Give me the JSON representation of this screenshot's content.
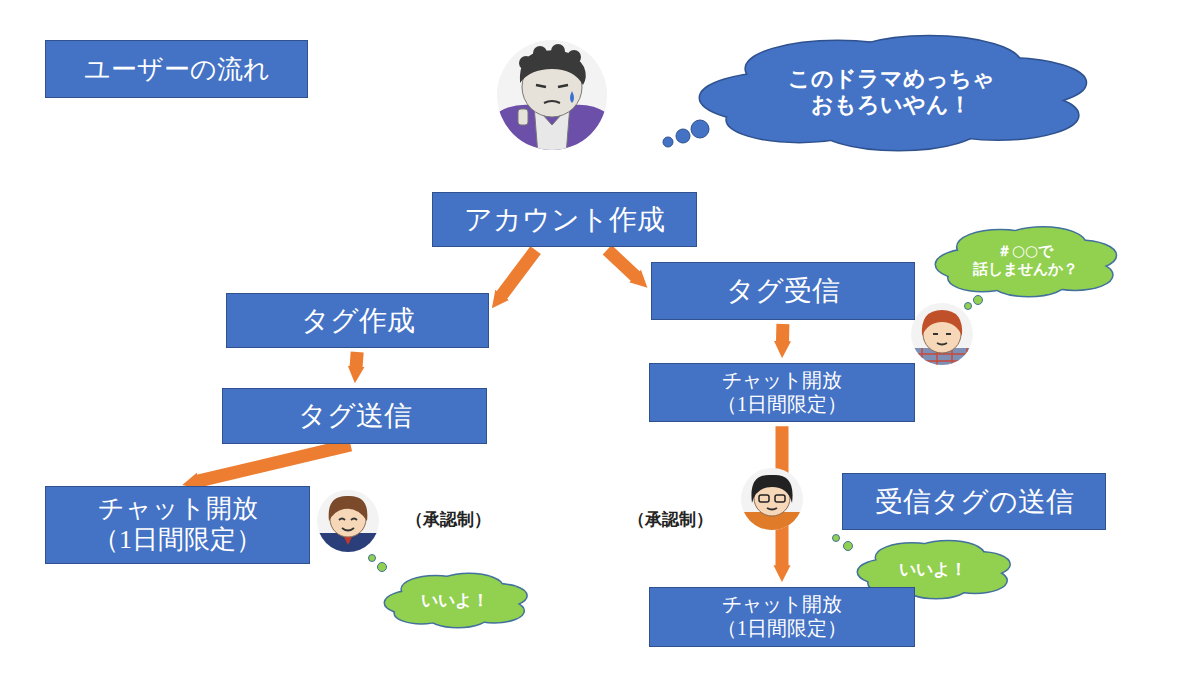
{
  "diagram": {
    "title": "ユーザーの流れ",
    "nodes": [
      {
        "text": [
          "このドラマめっちゃ おもろいやん！"
        ]
      },
      {
        "text": [
          "アカウント作成"
        ]
      },
      {
        "text": [
          "タグ作成"
        ]
      },
      {
        "text": [
          "タグ受信"
        ]
      },
      {
        "text": [
          "＃○○で 話しませんか？"
        ]
      },
      {
        "text": [
          "タグ送信"
        ]
      },
      {
        "text": [
          "チャット開放 （1日間限定）"
        ]
      },
      {
        "text": [
          "チャット開放 （1日間限定）"
        ]
      },
      {
        "text": [
          "受信タグの送信"
        ]
      },
      {
        "text": [
          "いいよ！"
        ]
      },
      {
        "text": [
          "いいよ！"
        ]
      },
      {
        "text": [
          "チャット開放 （1日間限定）"
        ]
      }
    ],
    "edges": [
      {
        "from": 1,
        "to": 2,
        "arrow": "to"
      },
      {
        "from": 1,
        "to": 3,
        "arrow": "to"
      },
      {
        "from": 2,
        "to": 5,
        "arrow": "to"
      },
      {
        "from": 5,
        "to": 7,
        "arrow": "to"
      },
      {
        "from": 3,
        "to": 6,
        "arrow": "to"
      },
      {
        "from": 6,
        "to": 11,
        "arrow": "to"
      }
    ],
    "labels": [
      "（承認制）",
      "（承認制）"
    ]
  }
}
